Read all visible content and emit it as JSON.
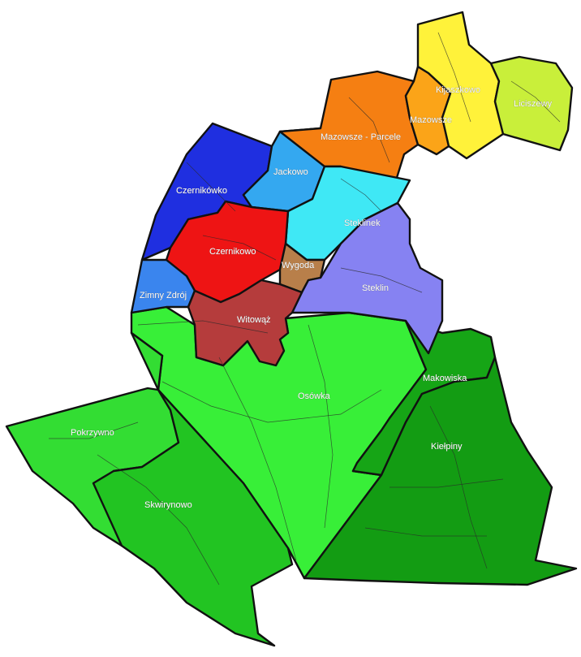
{
  "colors": {
    "czernikowko": "#1f2fe0",
    "jackowo": "#34a8f0",
    "mazowsze_parcele": "#f57f12",
    "mazowsze": "#fba418",
    "kijaszkowo": "#fff23a",
    "liciszewy": "#c9ef3a",
    "steklinek": "#3fe8f5",
    "czernikowo": "#ee1414",
    "wygoda": "#b87f4a",
    "steklin": "#8682f2",
    "zimny_zdroj": "#3a85ee",
    "witowaz": "#b53c3c",
    "osowka": "#38ef38",
    "pokrzywno": "#33dd33",
    "skwirynowo": "#22c422",
    "makowiska": "#16a516",
    "kielpiny": "#139c13"
  },
  "labels": {
    "czernikowko": "Czernikówko",
    "jackowo": "Jackowo",
    "mazowsze_parcele": "Mazowsze - Parcele",
    "mazowsze": "Mazowsze",
    "kijaszkowo": "Kijaszkowo",
    "liciszewy": "Liciszewy",
    "steklinek": "Steklinek",
    "czernikowo": "Czernikowo",
    "wygoda": "Wygoda",
    "steklin": "Steklin",
    "zimny_zdroj": "Zimny Zdrój",
    "witowaz": "Witowąż",
    "osowka": "Osówka",
    "pokrzywno": "Pokrzywno",
    "skwirynowo": "Skwirynowo",
    "makowiska": "Makowiska",
    "kielpiny": "Kiełpiny"
  }
}
